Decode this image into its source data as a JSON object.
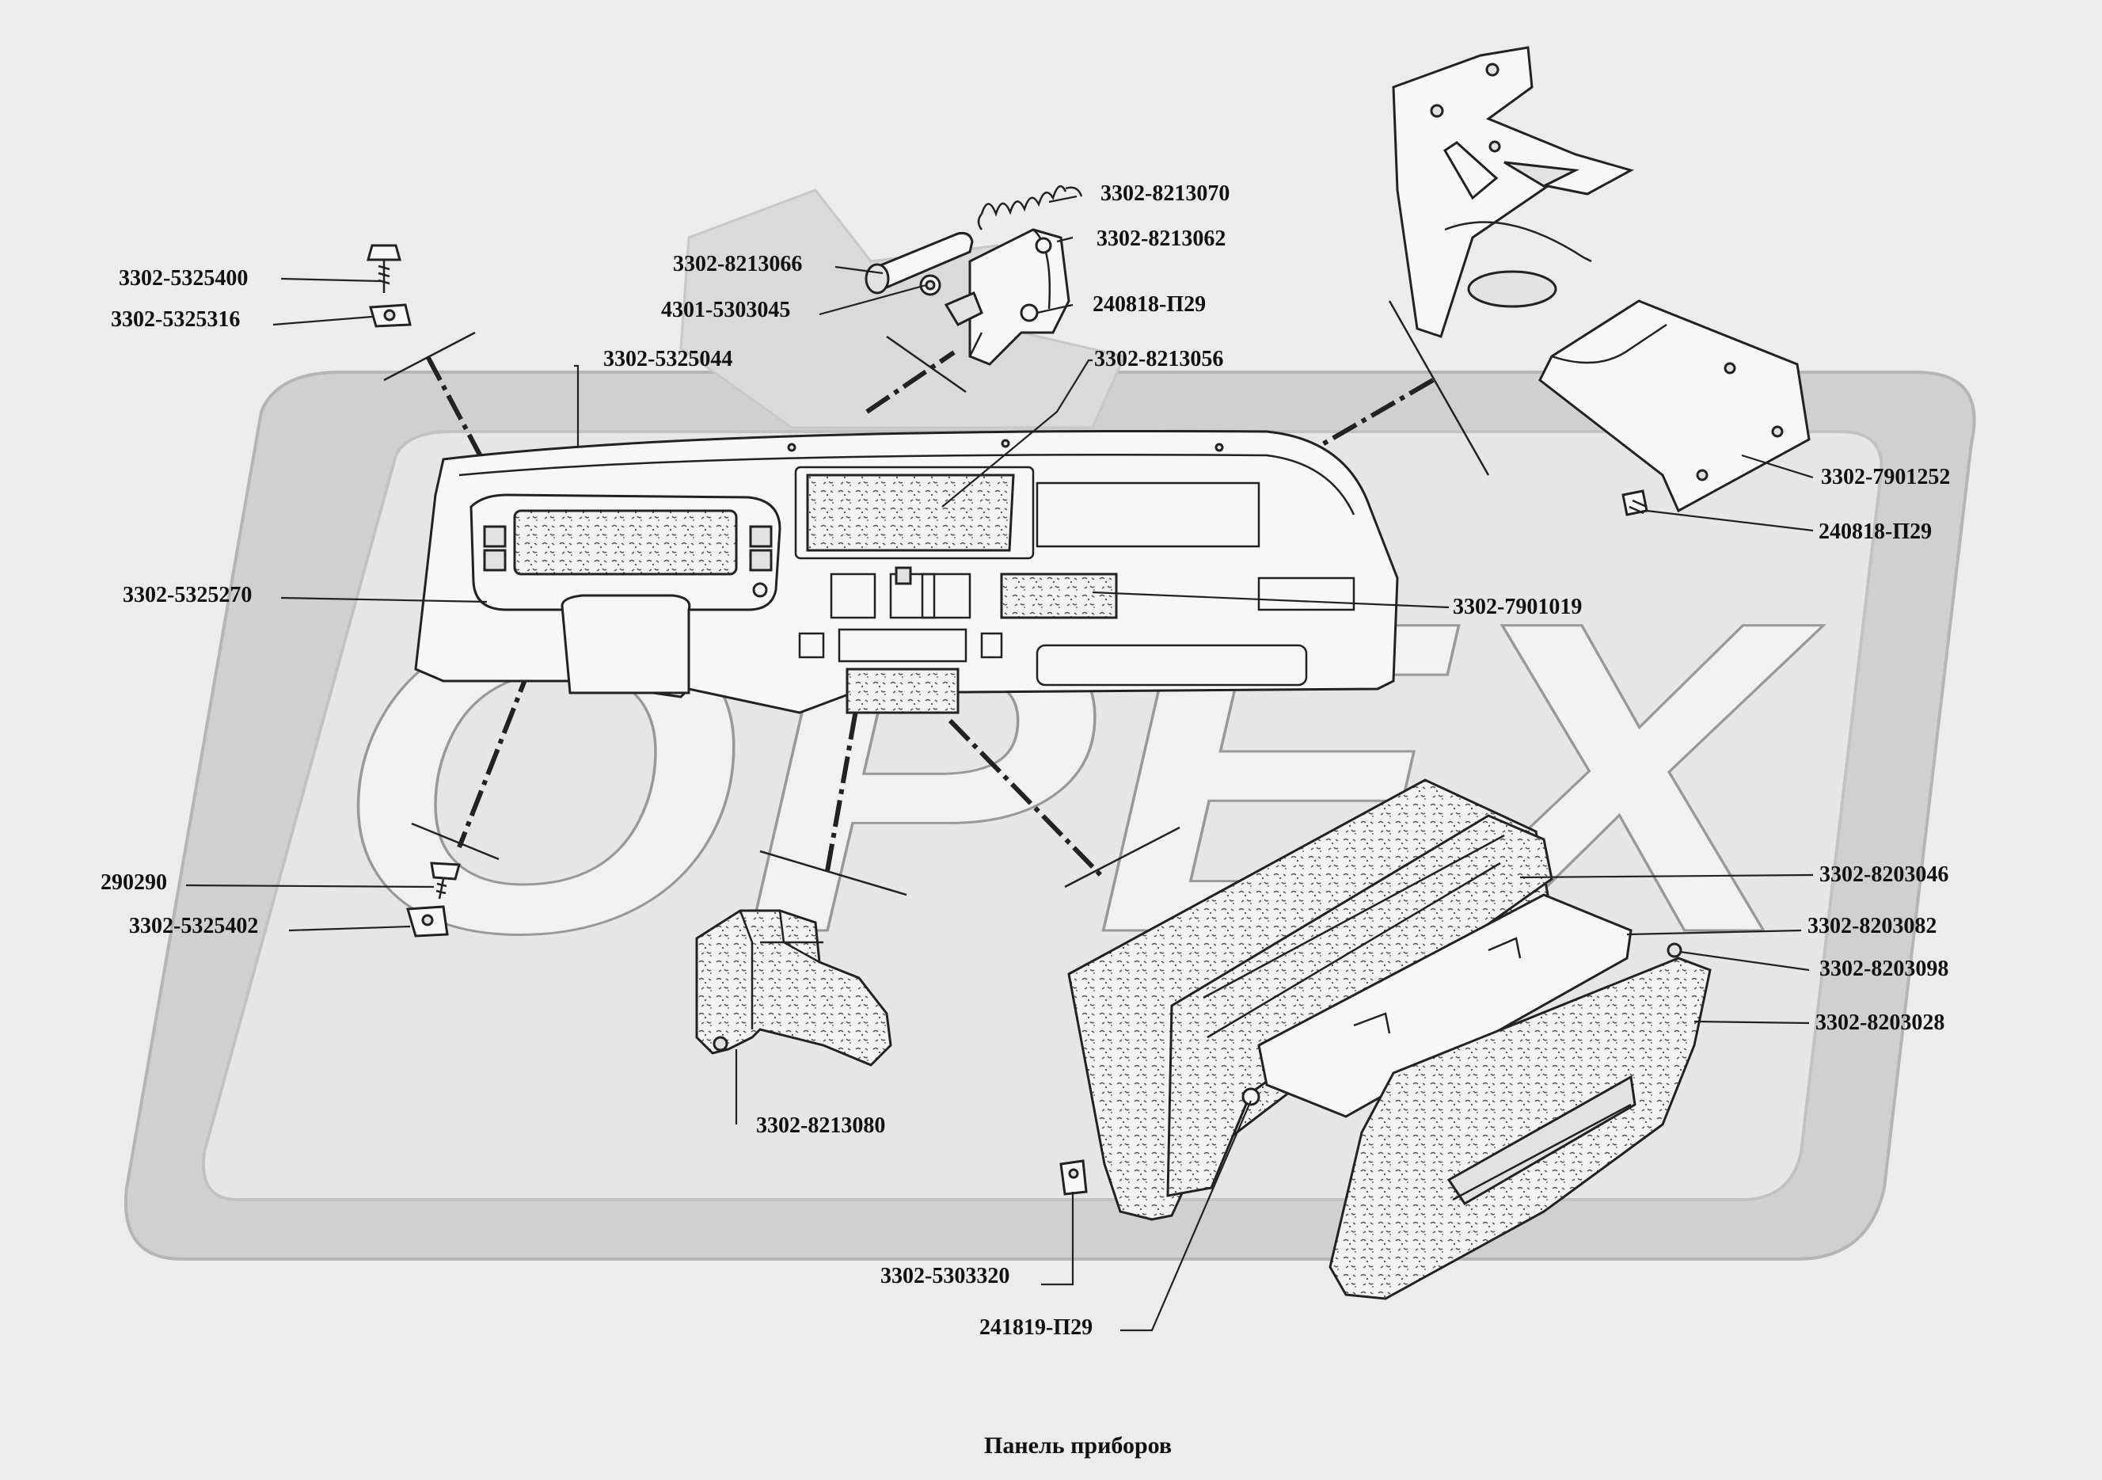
{
  "caption": "Панель приборов",
  "watermark": {
    "text": "OPEX",
    "ring_color": "#c9c9c9",
    "text_color": "#f1f1f1"
  },
  "labels": {
    "p_3302_5325400": "3302-5325400",
    "p_3302_5325316": "3302-5325316",
    "p_3302_5325044": "3302-5325044",
    "p_3302_5325270": "3302-5325270",
    "p_290290": "290290",
    "p_3302_5325402": "3302-5325402",
    "p_3302_8213070": "3302-8213070",
    "p_3302_8213062": "3302-8213062",
    "p_3302_8213066": "3302-8213066",
    "p_4301_5303045": "4301-5303045",
    "p_240818_p29_top": "240818-П29",
    "p_3302_8213056": "3302-8213056",
    "p_3302_7901252": "3302-7901252",
    "p_240818_p29_right": "240818-П29",
    "p_3302_7901019": "3302-7901019",
    "p_3302_8203046": "3302-8203046",
    "p_3302_8203082": "3302-8203082",
    "p_3302_8203098": "3302-8203098",
    "p_3302_8203028": "3302-8203028",
    "p_3302_8213080": "3302-8213080",
    "p_3302_5303320": "3302-5303320",
    "p_241819_p29": "241819-П29"
  }
}
